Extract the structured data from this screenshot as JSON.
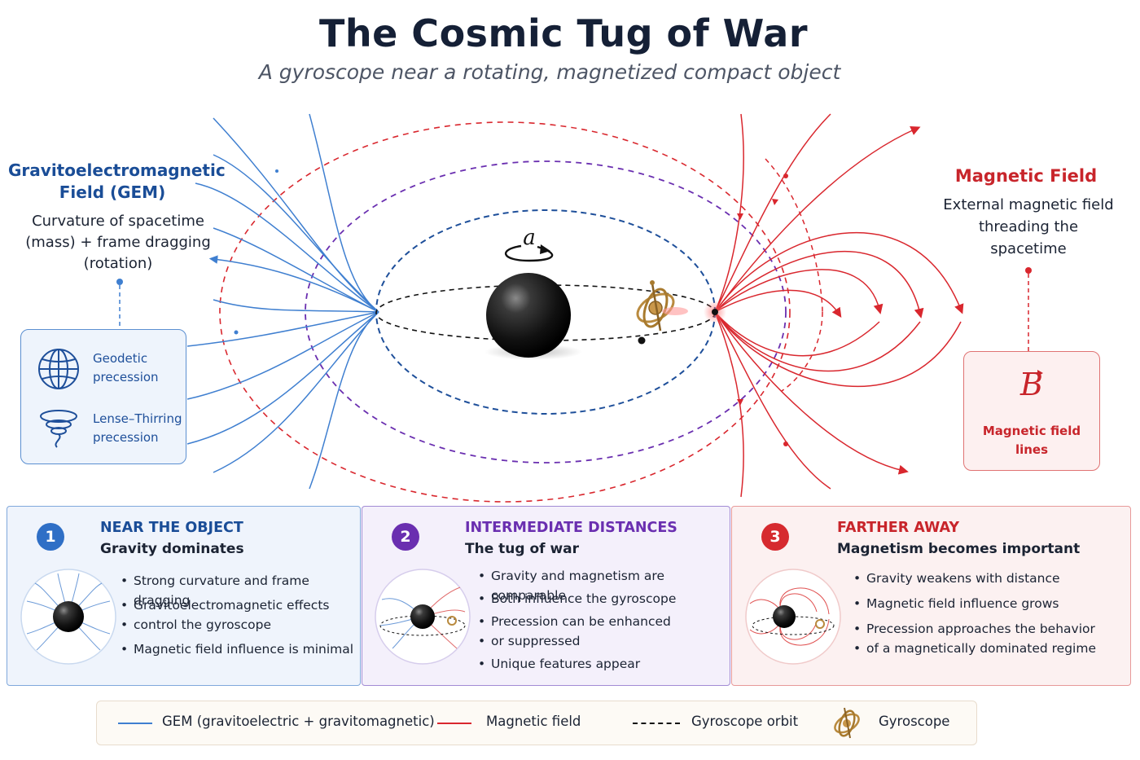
{
  "title": "The Cosmic Tug of War",
  "subtitle": "A gyroscope near a rotating, magnetized compact object",
  "spin_label": "a",
  "gem_panel": {
    "title_line1": "Gravitoelectromagnetic",
    "title_line2": "Field (GEM)",
    "desc_line1": "Curvature of spacetime",
    "desc_line2": "(mass) + frame dragging",
    "desc_line3": "(rotation)",
    "items": [
      {
        "label_line1": "Geodetic",
        "label_line2": "precession",
        "icon": "globe-icon"
      },
      {
        "label_line1": "Lense–Thirring",
        "label_line2": "precession",
        "icon": "vortex-icon"
      }
    ]
  },
  "magnetic_panel": {
    "title": "Magnetic Field",
    "desc_line1": "External magnetic field",
    "desc_line2": "threading the",
    "desc_line3": "spacetime",
    "symbol": "B",
    "label_line1": "Magnetic field",
    "label_line2": "lines"
  },
  "regimes": [
    {
      "number": "1",
      "title": "NEAR THE OBJECT",
      "subtitle": "Gravity dominates",
      "bullets": [
        "Strong curvature and frame dragging",
        "Gravitoelectromagnetic effects",
        "control the gyroscope",
        "Magnetic field influence is minimal"
      ]
    },
    {
      "number": "2",
      "title": "INTERMEDIATE DISTANCES",
      "subtitle": "The tug of war",
      "bullets": [
        "Gravity and magnetism are comparable",
        "Both influence the gyroscope",
        "Precession can be enhanced",
        "or suppressed",
        "Unique features appear"
      ]
    },
    {
      "number": "3",
      "title": "FARTHER AWAY",
      "subtitle": "Magnetism becomes important",
      "bullets": [
        "Gravity weakens with distance",
        "Magnetic field influence grows",
        "Precession approaches the behavior",
        "of a magnetically dominated regime"
      ]
    }
  ],
  "legend": {
    "gem": "GEM (gravitoelectric + gravitomagnetic)",
    "magnetic": "Magnetic field",
    "orbit": "Gyroscope orbit",
    "gyroscope": "Gyroscope"
  },
  "colors": {
    "gem_blue": "#3f7fd0",
    "magnetic_red": "#d9272e",
    "intermediate_purple": "#6a2fb0",
    "orbit_black": "#111111",
    "gyroscope_gold": "#b98a3e"
  }
}
